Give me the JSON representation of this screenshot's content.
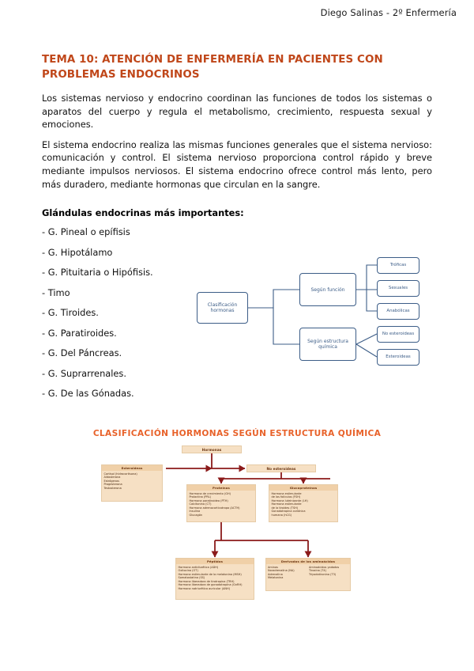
{
  "header": {
    "author_line": "Diego Salinas - 2º Enfermería"
  },
  "document": {
    "title": "TEMA 10:  ATENCIÓN DE ENFERMERÍA EN PACIENTES CON PROBLEMAS ENDOCRINOS",
    "paragraph_1": "Los sistemas nervioso y endocrino coordinan las funciones de todos los sistemas o aparatos del cuerpo y regula el metabolismo, crecimiento, respuesta sexual y emociones.",
    "paragraph_2": "El sistema endocrino realiza las mismas funciones generales que el sistema nervioso: comunicación y control. El sistema nervioso proporciona control rápido y breve mediante impulsos nerviosos. El sistema endocrino ofrece control más lento, pero más duradero, mediante hormonas que circulan en la sangre.",
    "subheading": "Glándulas endocrinas más importantes:",
    "glands": [
      "- G. Pineal o epífisis",
      "- G. Hipotálamo",
      "- G. Pituitaria o Hipófisis.",
      "- Timo",
      "- G. Tiroides.",
      "- G. Paratiroides.",
      "- G. Del Páncreas.",
      "- G. Suprarrenales.",
      "- G. De las Gónadas."
    ]
  },
  "diagram_classification": {
    "root": "Clasificación hormonas",
    "branch_function": "Según función",
    "branch_structure": "Según estructura química",
    "leaves_function": [
      "Tróficas",
      "Sexuales",
      "Anabólicas"
    ],
    "leaves_structure": [
      "No esteroideas",
      "Esteroideas"
    ],
    "line_color": "#3c5d87"
  },
  "diagram_structure": {
    "title": "CLASIFICACIÓN HORMONAS SEGÚN ESTRUCTURA QUÍMICA",
    "title_color": "#e8622a",
    "connector_color": "#8b1a1a",
    "box_fill": "#f6e0c4",
    "root": "Hormonas",
    "left_branch": "No esteroideas",
    "esteroideas": {
      "label": "Esteroideas",
      "items": [
        "Cortisol (hidrocortisona)",
        "Aldosterona",
        "Estrógenos",
        "Progesterona",
        "Testosterona"
      ]
    },
    "proteinas": {
      "label": "Proteínas",
      "items": [
        "Hormona de crecimiento (GH)",
        "Prolactina (PRL)",
        "Hormona paratiroidea (PTH)",
        "Calcitonina (CT)",
        "Hormona adrenocorticotropa (ACTH)",
        "Insulina",
        "Glucagón"
      ]
    },
    "glucoproteinas": {
      "label": "Glucoproteínas",
      "items": [
        "Hormona estimulante",
        "de los folículos (FSH)",
        "Hormona luteinizante (LH)",
        "Hormona estimulante",
        "de la tiroides (TSH)",
        "Gonadotropina coriónica",
        "humana (hCG)"
      ]
    },
    "peptidos": {
      "label": "Péptidos",
      "items": [
        "Hormona antidiurética (ADH)",
        "Oxitocina (OT)",
        "Hormona estimulante de la melatonina (MSH)",
        "Somatostatina (SS)",
        "Hormona liberadora de tirotropina (TRH)",
        "Hormona liberadora de gonadotropina (GnRH)",
        "Hormona natriurética auricular (ANH)"
      ]
    },
    "derivados": {
      "label": "Derivados de los aminoácidos",
      "col_left_head": "Aminas",
      "col_left_items": [
        "Noradrenalina (NA)",
        "Adrenalina",
        "Melatonina"
      ],
      "col_right_head": "Aminoácidos yodados",
      "col_right_items": [
        "Tiroxina (T4)",
        "Triyodotironina (T3)"
      ]
    }
  }
}
